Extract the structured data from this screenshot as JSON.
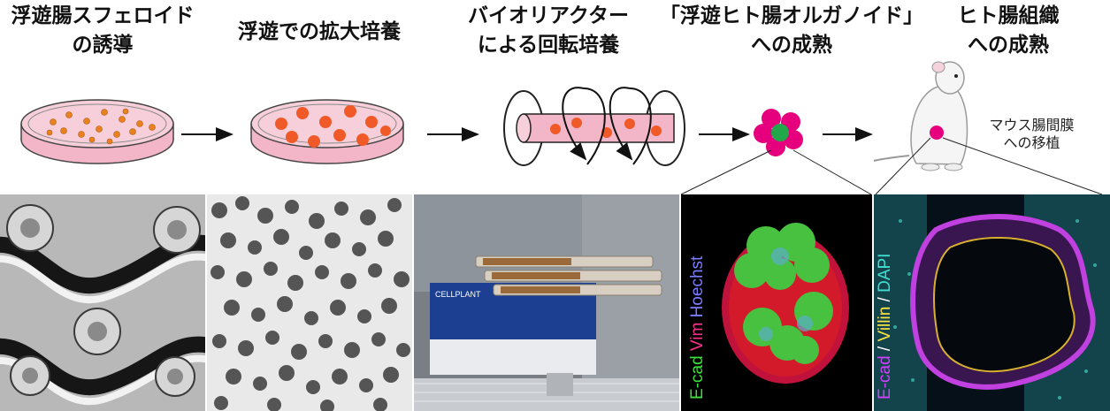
{
  "steps": [
    {
      "line1": "浮遊腸スフェロイド",
      "line2": "の誘導"
    },
    {
      "line1": "浮遊での拡大培養",
      "line2": ""
    },
    {
      "line1": "バイオリアクター",
      "line2": "による回転培養"
    },
    {
      "line1": "「浮遊ヒト腸オルガノイド」",
      "line2": "への成熟"
    },
    {
      "line1": "ヒト腸組織",
      "line2": "への成熟"
    }
  ],
  "mouse_note": {
    "line1": "マウス腸間膜",
    "line2": "への移植"
  },
  "reactor_brand": "CELLPLANT",
  "stain_labels": {
    "organoid": [
      {
        "text": "E-cad",
        "color": "#3ce03c"
      },
      {
        "text": " Vim",
        "color": "#ff2e8a"
      },
      {
        "text": " Hoechst",
        "color": "#7b7bff"
      }
    ],
    "tissue": [
      {
        "text": "E-cad",
        "color": "#d040ff"
      },
      {
        "text": " / ",
        "color": "#ffffff"
      },
      {
        "text": "Villin",
        "color": "#ffe640"
      },
      {
        "text": " / ",
        "color": "#ffffff"
      },
      {
        "text": "DAPI",
        "color": "#40e0d0"
      }
    ]
  },
  "colors": {
    "medium_pink": "#f2b6c8",
    "cell_orange": "#f05a28",
    "organoid_magenta": "#e6007e",
    "organoid_green": "#22a84a"
  }
}
